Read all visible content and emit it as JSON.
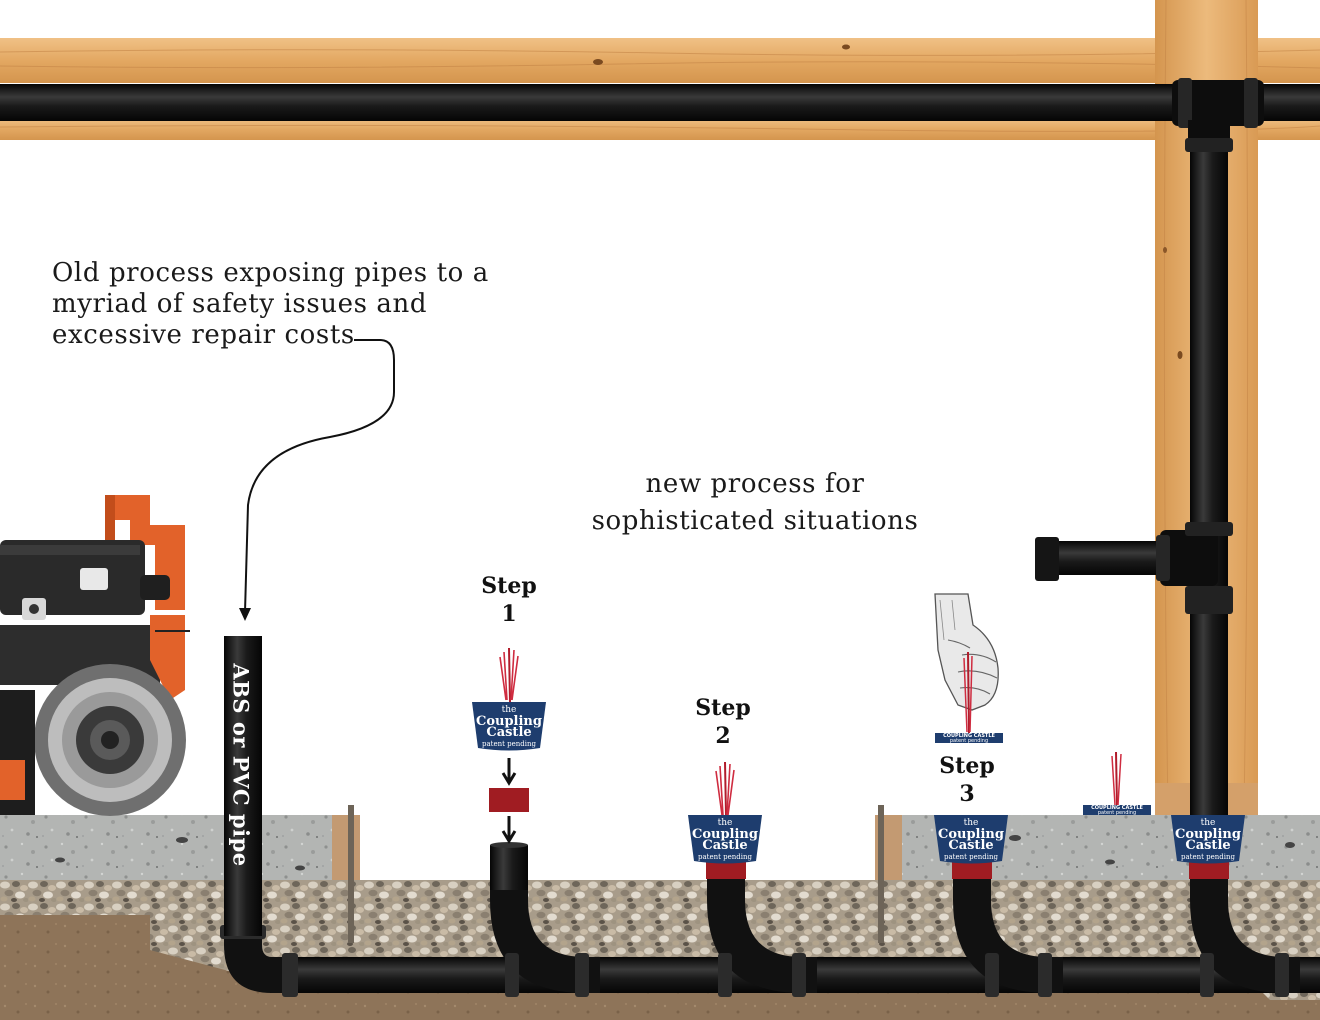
{
  "annotations": {
    "old_process_lines": [
      "Old process exposing pipes to a",
      "myriad of safety issues and",
      "excessive repair costs"
    ],
    "new_process_lines": [
      "new process for",
      "sophisticated situations"
    ],
    "pipe_label": "ABS or PVC pipe"
  },
  "steps": [
    {
      "word": "Step",
      "number": "1"
    },
    {
      "word": "Step",
      "number": "2"
    },
    {
      "word": "Step",
      "number": "3"
    }
  ],
  "product": {
    "line1": "the",
    "line2": "Coupling",
    "line3": "Castle",
    "line4": "patent pending",
    "mini_name": "COUPLING CASTLE",
    "mini_note": "patent pending"
  },
  "colors": {
    "wood": "#e3a862",
    "pipe": "#151515",
    "cup_blue": "#1e3d6e",
    "coupling_red": "#a01c22",
    "concrete": "#a9acaa",
    "soil": "#8c7256",
    "machine_orange": "#e2622a"
  },
  "icons": [
    "hand-icon",
    "arrow-down-icon",
    "jackhammer-machine-icon"
  ]
}
